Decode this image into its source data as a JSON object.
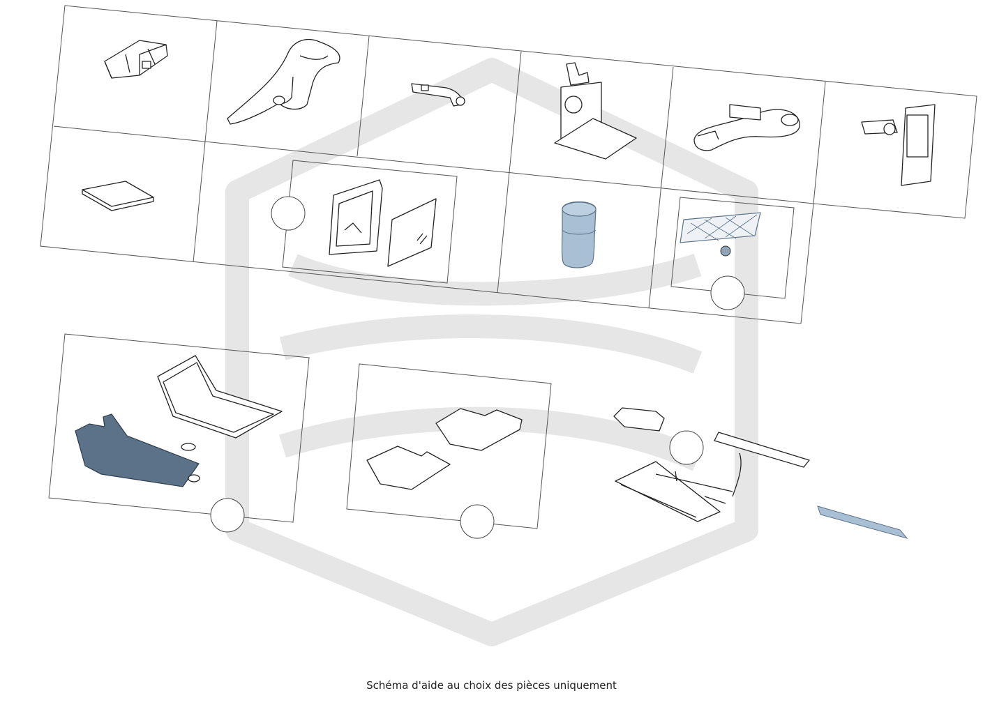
{
  "caption": "Schéma d'aide au choix des pièces uniquement",
  "colors": {
    "watermark": "#e6e6e6",
    "frame_line": "#555555",
    "part_fill_blue": "#5c7288",
    "part_fill_lightblue": "#a9bfd3",
    "part_line": "#222222"
  },
  "parts": [
    {
      "id": "part-1",
      "icon": "multimedia-holder-adapter"
    },
    {
      "id": "part-2",
      "icon": "coat-hanger-holder"
    },
    {
      "id": "part-3",
      "icon": "basic-carrier-module"
    },
    {
      "id": "part-4",
      "icon": "folding-table"
    },
    {
      "id": "part-5",
      "icon": "universal-hook"
    },
    {
      "id": "part-6",
      "icon": "tablet-holder"
    },
    {
      "id": "part-7",
      "icon": "sd-card-insert"
    },
    {
      "id": "part-8",
      "icon": "tablet-frame-with-screen-protector"
    },
    {
      "id": "part-9",
      "icon": "cup-container"
    },
    {
      "id": "part-10",
      "icon": "luggage-net"
    },
    {
      "id": "part-11",
      "icon": "floor-mat-set-rubber"
    },
    {
      "id": "part-12",
      "icon": "floor-mat-set-carpet"
    },
    {
      "id": "part-13",
      "icon": "illuminated-door-sill-kit"
    }
  ]
}
